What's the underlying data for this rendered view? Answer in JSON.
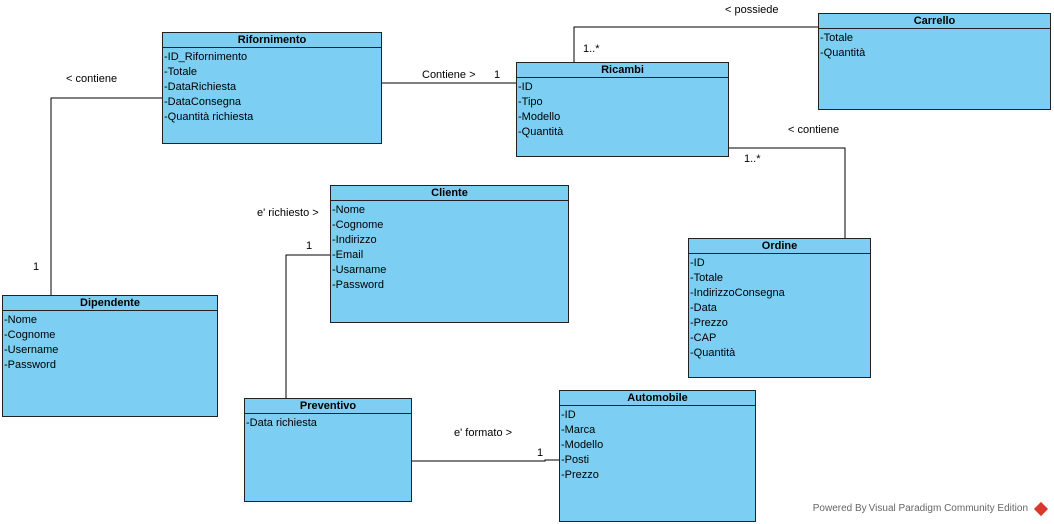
{
  "classes": {
    "rifornimento": {
      "name": "Rifornimento",
      "attrs": [
        "-ID_Rifornimento",
        "-Totale",
        "-DataRichiesta",
        "-DataConsegna",
        "-Quantità richiesta"
      ]
    },
    "ricambi": {
      "name": "Ricambi",
      "attrs": [
        "-ID",
        "-Tipo",
        "-Modello",
        "-Quantità"
      ]
    },
    "carrello": {
      "name": "Carrello",
      "attrs": [
        "-Totale",
        "-Quantità"
      ]
    },
    "cliente": {
      "name": "Cliente",
      "attrs": [
        "-Nome",
        "-Cognome",
        "-Indirizzo",
        "-Email",
        "-Usarname",
        "-Password"
      ]
    },
    "dipendente": {
      "name": "Dipendente",
      "attrs": [
        "-Nome",
        "-Cognome",
        "-Username",
        "-Password"
      ]
    },
    "ordine": {
      "name": "Ordine",
      "attrs": [
        "-ID",
        "-Totale",
        "-IndirizzoConsegna",
        "-Data",
        "-Prezzo",
        "-CAP",
        "-Quantità"
      ]
    },
    "preventivo": {
      "name": "Preventivo",
      "attrs": [
        "-Data richiesta"
      ]
    },
    "automobile": {
      "name": "Automobile",
      "attrs": [
        "-ID",
        "-Marca",
        "-Modello",
        "-Posti",
        "-Prezzo"
      ]
    }
  },
  "labels": {
    "possiede": "< possiede",
    "possiede_mult": "1..*",
    "contiene_ricambi": "Contiene >",
    "contiene_ricambi_mult": "1",
    "contiene_dip": "< contiene",
    "contiene_dip_mult": "1",
    "contiene_ordine": "< contiene",
    "contiene_ordine_mult": "1..*",
    "richiesto": "e' richiesto >",
    "richiesto_mult": "1",
    "formato": "e' formato >",
    "formato_mult": "1"
  },
  "footer": "Powered By Visual Paradigm Community Edition"
}
